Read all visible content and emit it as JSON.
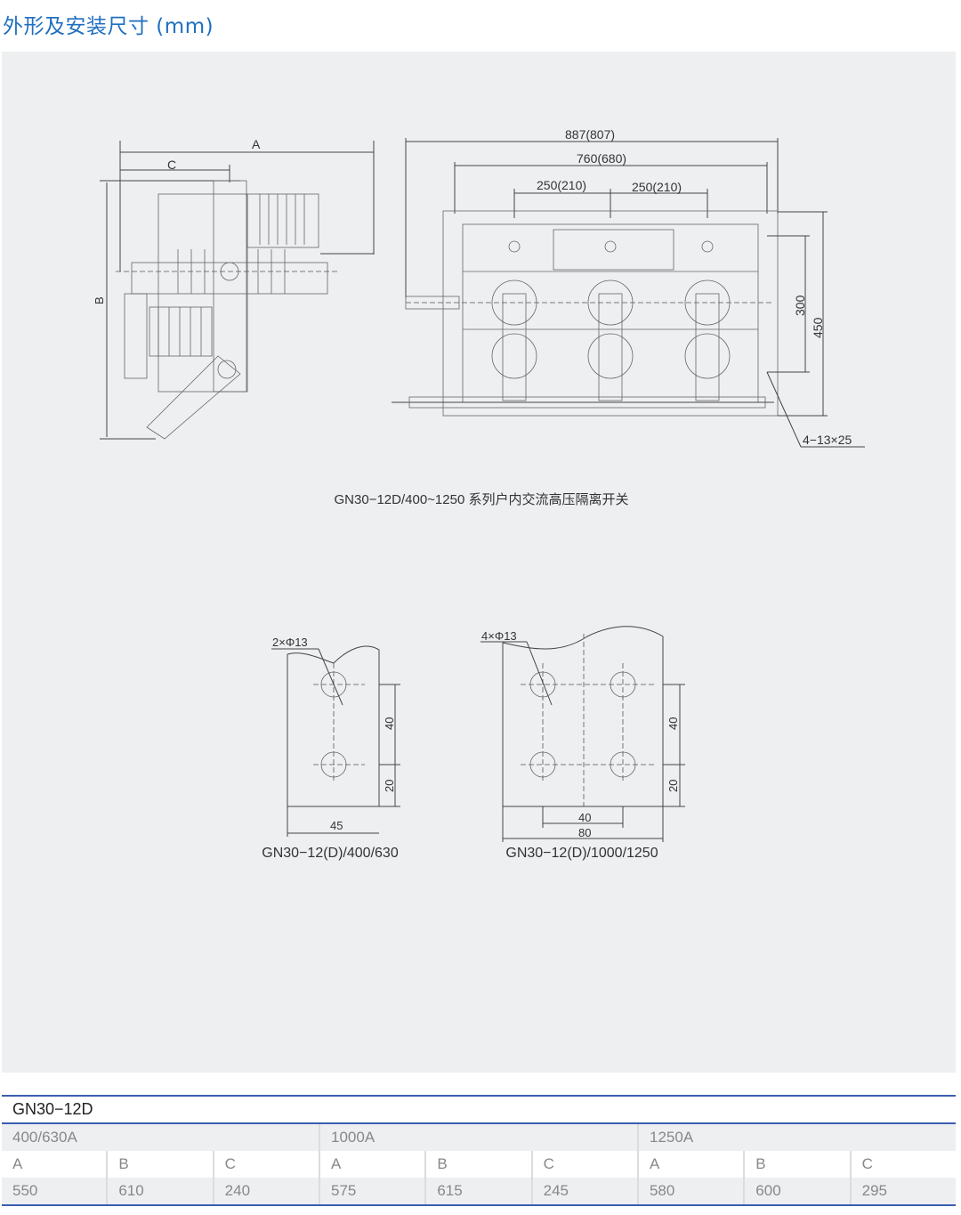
{
  "title": "外形及安装尺寸 (mm)",
  "drawing1": {
    "dims": {
      "A": "A",
      "B": "B",
      "C": "C",
      "w1": "887(807)",
      "w2": "760(680)",
      "p1": "250(210)",
      "p2": "250(210)",
      "h1": "300",
      "h2": "450",
      "holes": "4−13×25"
    },
    "caption": "GN30−12D/400~1250 系列户内交流高压隔离开关"
  },
  "drawing2": {
    "holes": "2×Φ13",
    "d40": "40",
    "d20": "20",
    "d45": "45",
    "caption": "GN30−12(D)/400/630"
  },
  "drawing3": {
    "holes": "4×Φ13",
    "d40v": "40",
    "d20": "20",
    "d40h": "40",
    "d80": "80",
    "caption": "GN30−12(D)/1000/1250"
  },
  "table": {
    "title": "GN30−12D",
    "groups": [
      "400/630A",
      "1000A",
      "1250A"
    ],
    "columns": [
      "A",
      "B",
      "C",
      "A",
      "B",
      "C",
      "A",
      "B",
      "C"
    ],
    "values": [
      "550",
      "610",
      "240",
      "575",
      "615",
      "245",
      "580",
      "600",
      "295"
    ]
  }
}
